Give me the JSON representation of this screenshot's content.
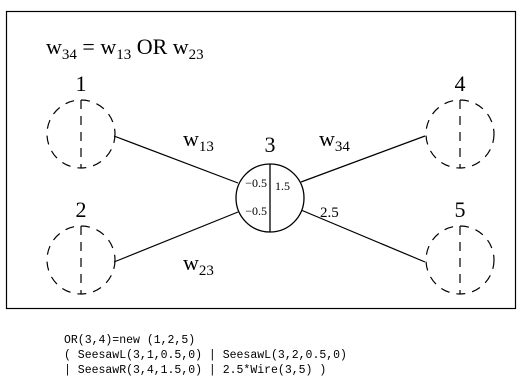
{
  "formula": {
    "lhs": "w",
    "lhs_sub": "34",
    "eq": " = ",
    "a": "w",
    "a_sub": "13",
    "op": " OR ",
    "b": "w",
    "b_sub": "23"
  },
  "nodes": {
    "n1": "1",
    "n2": "2",
    "n3": "3",
    "n4": "4",
    "n5": "5"
  },
  "edges": {
    "w13": {
      "base": "w",
      "sub": "13"
    },
    "w23": {
      "base": "w",
      "sub": "23"
    },
    "w34": {
      "base": "w",
      "sub": "34"
    },
    "wire_35": "2.5"
  },
  "node3_labels": {
    "left_top": "−0.5",
    "left_bottom": "−0.5",
    "right": "1.5"
  },
  "code": [
    "OR(3,4)=new (1,2,5)",
    "( SeesawL(3,1,0.5,0) | SeesawL(3,2,0.5,0)",
    "| SeesawR(3,4,1.5,0) | 2.5*Wire(3,5) )"
  ]
}
